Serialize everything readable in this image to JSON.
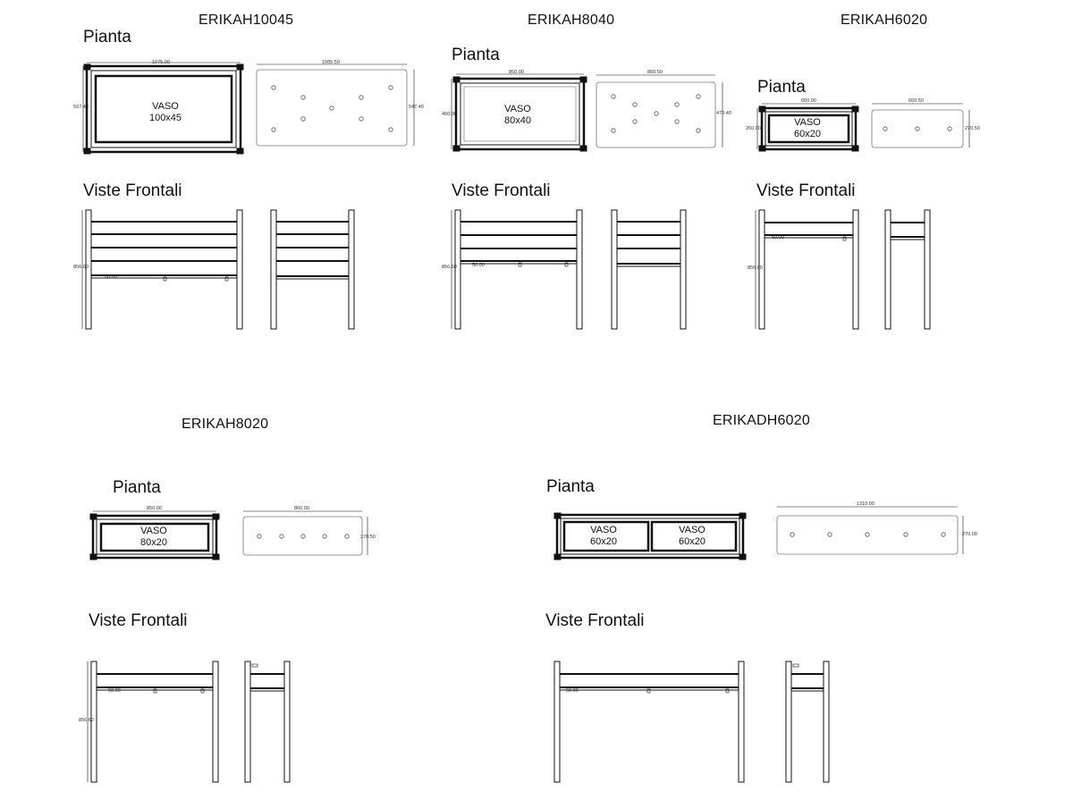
{
  "models": [
    {
      "code": "ERIKAH10045",
      "plan_label": "Pianta",
      "front_label": "Viste Frontali",
      "vaso": [
        "VASO",
        "100x45"
      ],
      "dims": {
        "plan_width": "1075.00",
        "plan_height": "597.40",
        "top_width": "1085.50",
        "top_height": "547.40",
        "front_height": "856.60",
        "front_mark": "50.00"
      }
    },
    {
      "code": "ERIKAH8040",
      "plan_label": "Pianta",
      "front_label": "Viste Frontali",
      "vaso": [
        "VASO",
        "80x40"
      ],
      "dims": {
        "plan_width": "850.00",
        "plan_height": "460.00",
        "top_width": "860.50",
        "top_height": "470.40",
        "front_height": "856.60",
        "front_mark": "50.00"
      }
    },
    {
      "code": "ERIKAH6020",
      "plan_label": "Pianta",
      "front_label": "Viste Frontali",
      "vaso": [
        "VASO",
        "60x20"
      ],
      "dims": {
        "plan_width": "650.00",
        "plan_height": "260.00",
        "top_width": "660.50",
        "top_height": "270.50",
        "front_height": "856.60",
        "front_mark": "50.00"
      }
    },
    {
      "code": "ERIKAH8020",
      "plan_label": "Pianta",
      "front_label": "Viste Frontali",
      "vaso": [
        "VASO",
        "80x20"
      ],
      "dims": {
        "plan_width": "850.00",
        "top_width": "860.00",
        "top_height": "270.50",
        "front_height": "856.60",
        "front_mark": "50.00"
      }
    },
    {
      "code": "ERIKADH6020",
      "plan_label": "Pianta",
      "front_label": "Viste Frontali",
      "vaso_a": [
        "VASO",
        "60x20"
      ],
      "vaso_b": [
        "VASO",
        "60x20"
      ],
      "dims": {
        "top_width": "1310.00",
        "top_height": "270.00",
        "front_mark": "50.00"
      }
    }
  ]
}
